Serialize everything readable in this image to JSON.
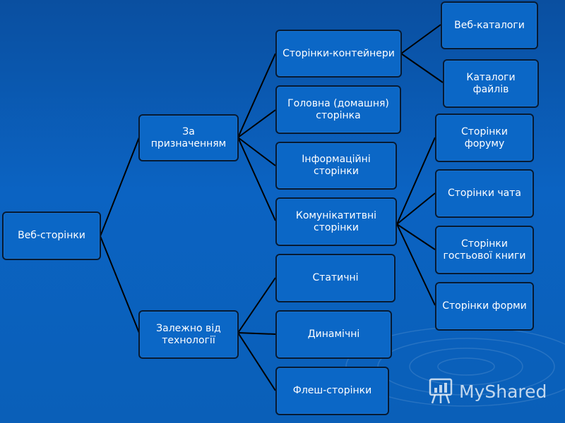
{
  "diagram": {
    "root": "Веб-сторінки",
    "by_purpose": "За призначенням",
    "by_technology": "Залежно від технології",
    "container_pages": "Сторінки-контейнери",
    "web_catalogs": "Веб-каталоги",
    "file_catalogs": "Каталоги файлів",
    "home_page": "Головна (домашня) сторінка",
    "info_pages": "Інформаційні сторінки",
    "communicative_pages": "Комунікатитвні сторінки",
    "forum_pages": "Сторінки форуму",
    "chat_pages": "Сторінки чата",
    "guestbook_pages": "Сторінки гостьової книги",
    "form_pages": "Сторінки форми",
    "static": "Статичні",
    "dynamic": "Динамічні",
    "flash_pages": "Флеш-сторінки"
  },
  "watermark": {
    "text": "MyShared",
    "icon": "presentation-board-icon"
  },
  "colors": {
    "background": "#0b63c2",
    "node_fill": "#0b67c6",
    "node_border": "#061a33",
    "line": "#000000"
  }
}
